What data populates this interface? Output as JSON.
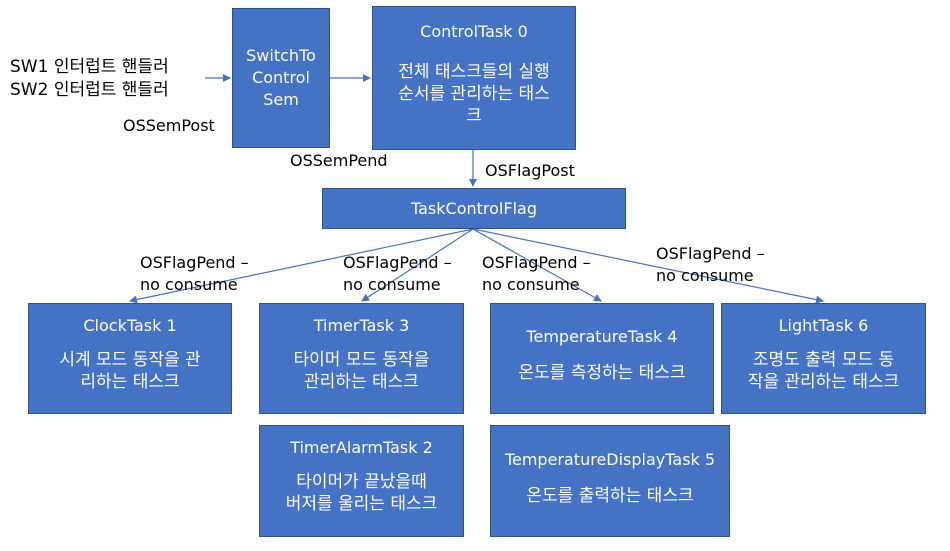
{
  "inputs": {
    "sw1": "SW1 인터럽트 핸들러",
    "sw2": "SW2 인터럽트 핸들러"
  },
  "labels": {
    "os_sem_post": "OSSemPost",
    "os_sem_pend": "OSSemPend",
    "os_flag_post": "OSFlagPost",
    "pend_clock": "OSFlagPend –\nno consume",
    "pend_timer": "OSFlagPend –\nno consume",
    "pend_temp": "OSFlagPend –\nno consume",
    "pend_light": "OSFlagPend –\nno consume"
  },
  "boxes": {
    "switch_to_control_sem": {
      "title": "SwitchTo\nControl\nSem"
    },
    "control_task": {
      "title": "ControlTask 0",
      "desc": "전체 태스크들의 실행\n순서를 관리하는 태스\n크"
    },
    "task_control_flag": {
      "title": "TaskControlFlag"
    },
    "clock_task": {
      "title": "ClockTask 1",
      "desc": "시계 모드 동작을 관\n리하는 태스크"
    },
    "timer_task": {
      "title": "TimerTask 3",
      "desc": "타이머 모드 동작을\n관리하는 태스크"
    },
    "temperature_task": {
      "title": "TemperatureTask 4",
      "desc": "온도를 측정하는 태스크"
    },
    "light_task": {
      "title": "LightTask 6",
      "desc": "조명도 출력 모드 동\n작을 관리하는 태스크"
    },
    "timer_alarm_task": {
      "title": "TimerAlarmTask 2",
      "desc": "타이머가 끝났을때\n버저를 울리는 태스크"
    },
    "temperature_display_task": {
      "title": "TemperatureDisplayTask 5",
      "desc": "온도를 출력하는 태스크"
    }
  },
  "colors": {
    "box_fill": "#4472c4",
    "box_border": "#2f528f",
    "box_text": "#ffffff",
    "arrow": "#4472c4"
  }
}
